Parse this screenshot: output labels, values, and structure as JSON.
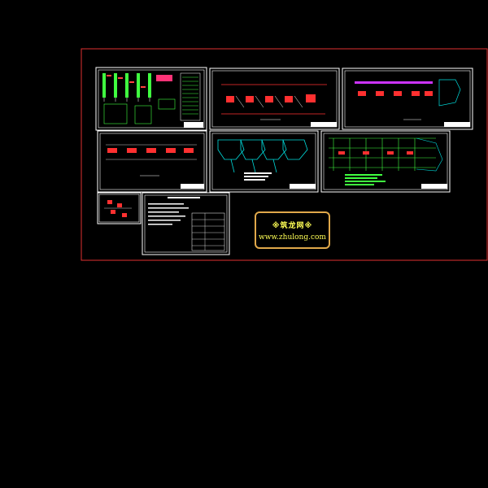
{
  "viewport": {
    "background": "#000000"
  },
  "layout_border_color": "#e03030",
  "sheets": [
    {
      "id": "system-diagram",
      "kind": "schematic"
    },
    {
      "id": "floor-plan-1",
      "kind": "plan-red"
    },
    {
      "id": "floor-plan-2",
      "kind": "plan-magenta"
    },
    {
      "id": "floor-plan-3",
      "kind": "plan-red-small"
    },
    {
      "id": "floor-plan-4",
      "kind": "plan-cyan"
    },
    {
      "id": "floor-plan-5",
      "kind": "plan-green"
    },
    {
      "id": "detail",
      "kind": "detail"
    },
    {
      "id": "notes",
      "kind": "notes"
    }
  ],
  "stamp": {
    "title": "※筑龙网※",
    "url": "www.zhulong.com",
    "border_color": "#e0a84a",
    "text_color": "#ffff55"
  }
}
